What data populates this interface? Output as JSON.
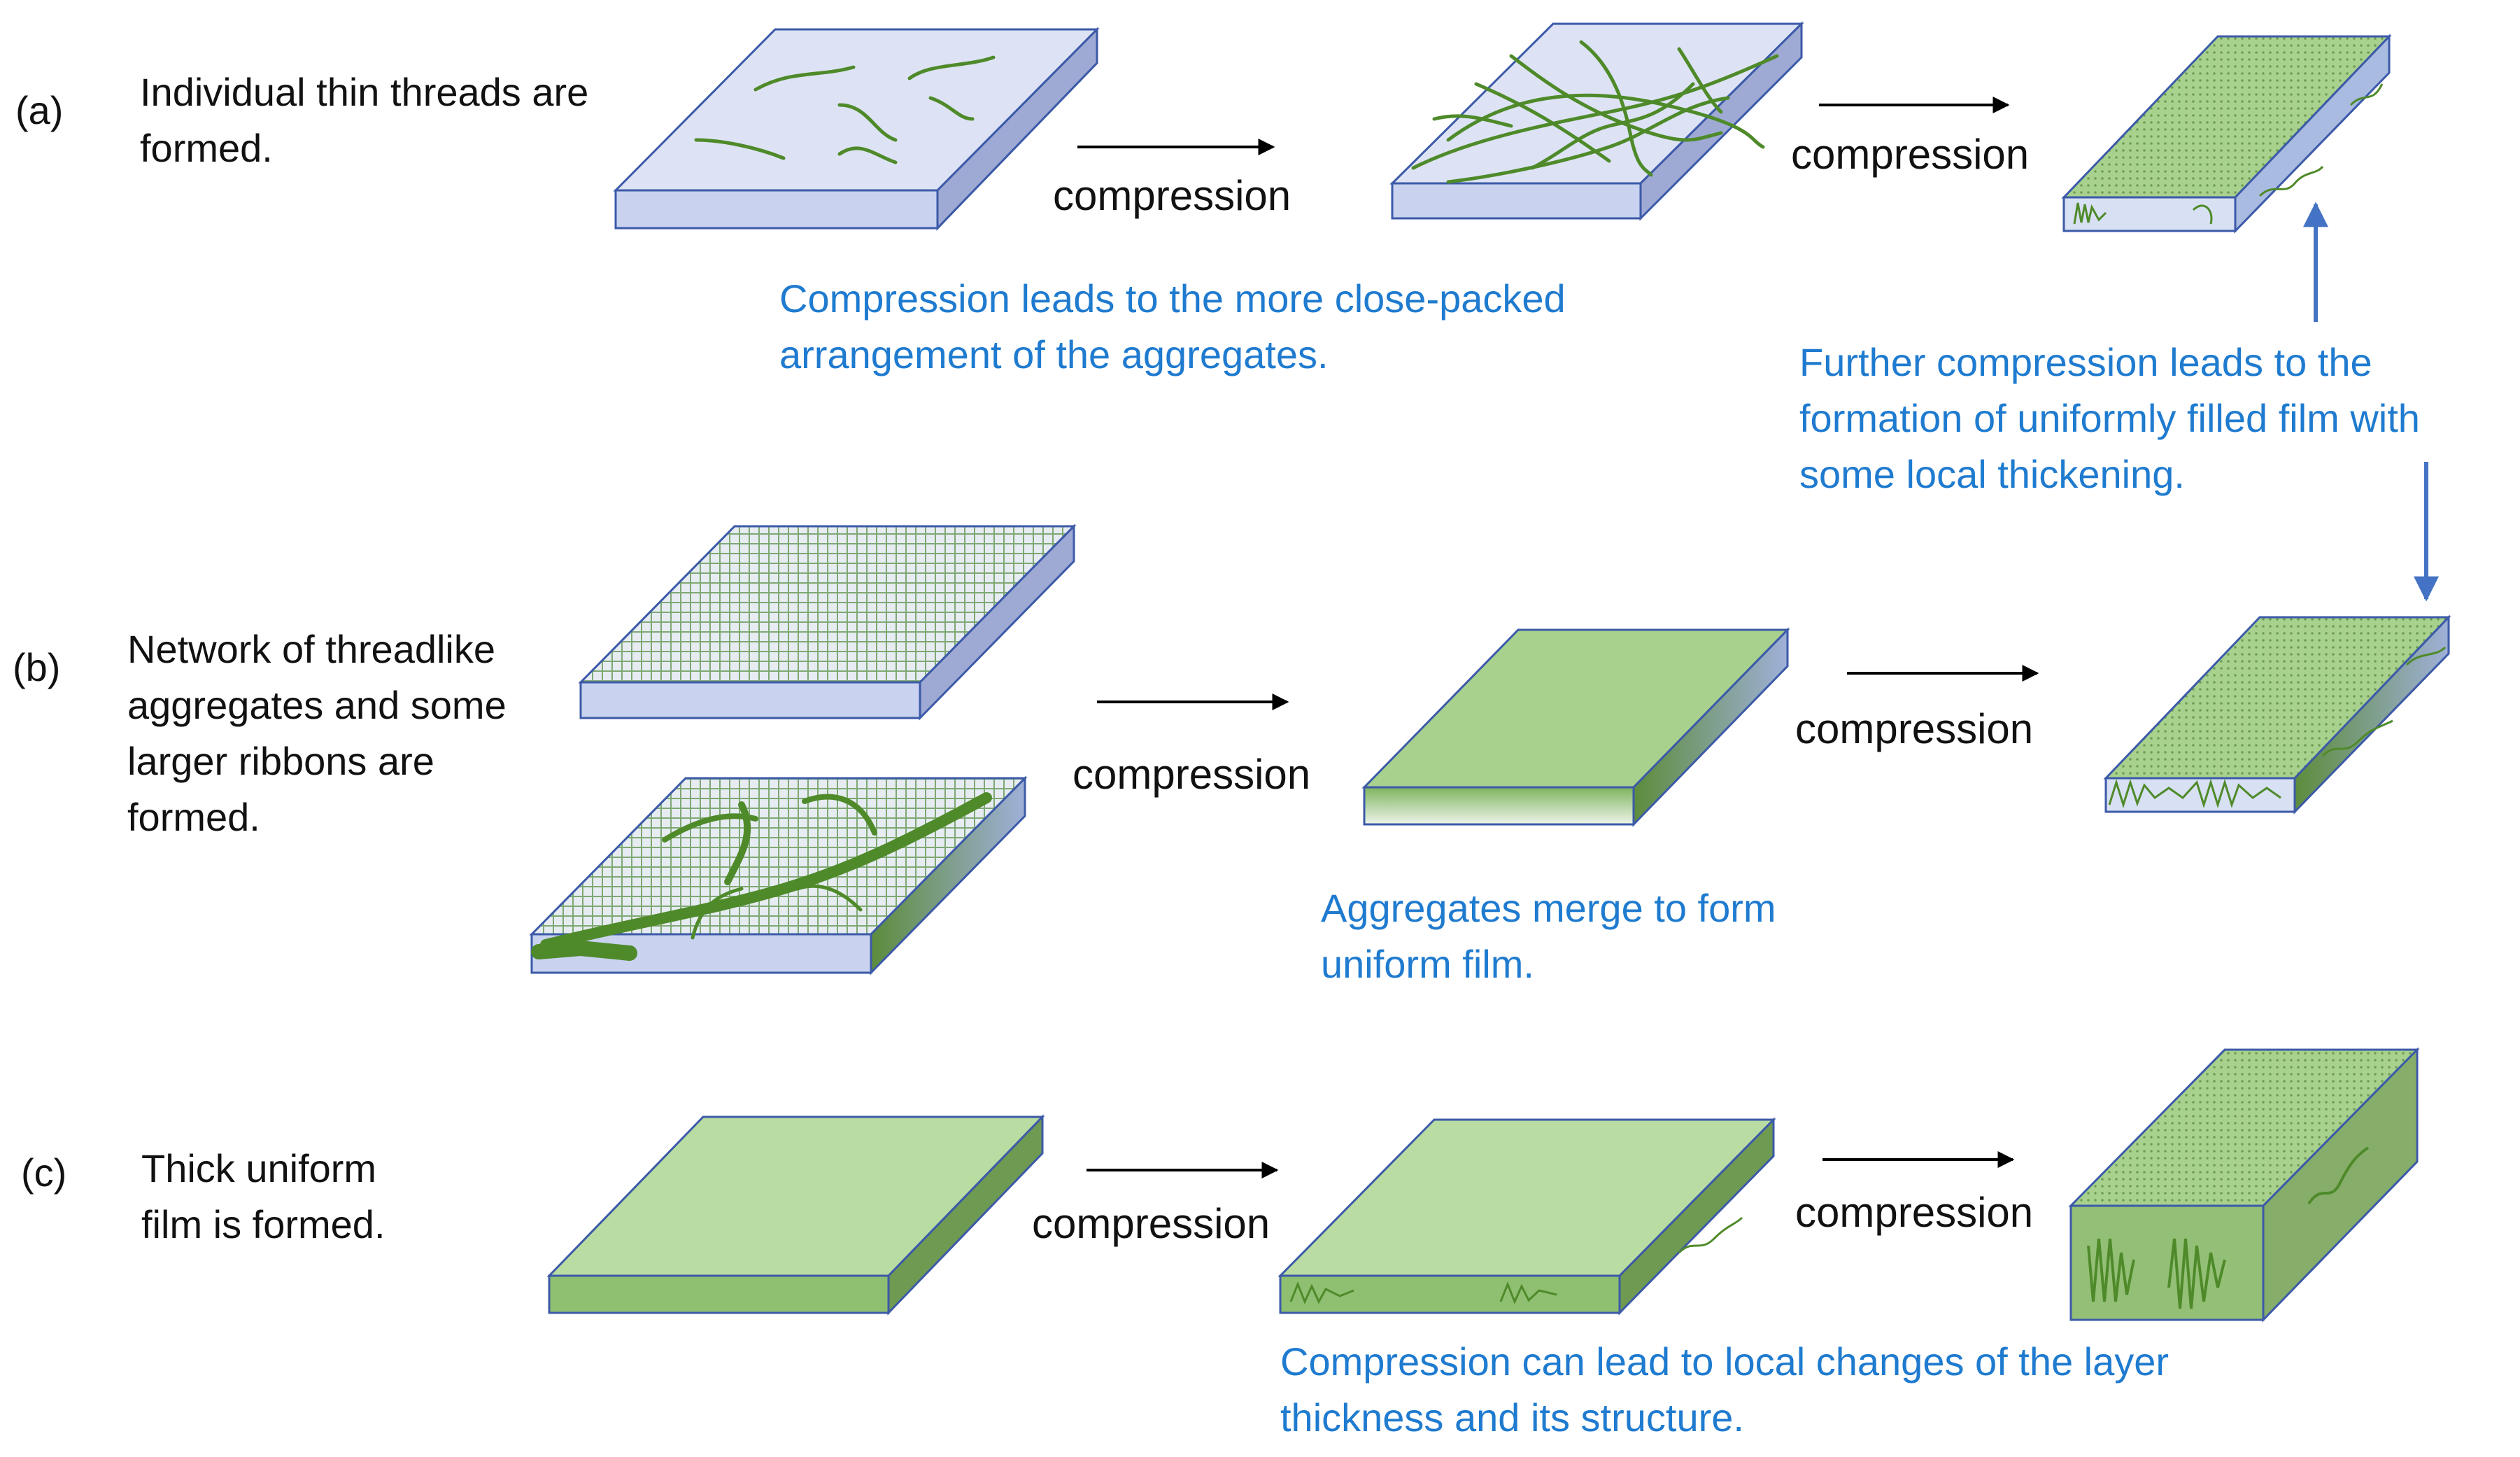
{
  "rows": {
    "a": {
      "label": "(a)",
      "desc_lines": [
        "Individual thin threads are",
        "formed."
      ]
    },
    "b": {
      "label": "(b)",
      "desc_lines": [
        "Network of threadlike",
        "aggregates and some",
        "larger ribbons are",
        "formed."
      ]
    },
    "c": {
      "label": "(c)",
      "desc_lines": [
        "Thick uniform",
        "film is formed."
      ]
    }
  },
  "arrow_label": "compression",
  "notes": {
    "a_close_packed": [
      "Compression leads to the more close-packed",
      "arrangement of the aggregates."
    ],
    "further_compression": [
      "Further compression leads to the",
      "formation of uniformly filled film with",
      "some local thickening."
    ],
    "b_merge": [
      "Aggregates merge to form",
      "uniform film."
    ],
    "c_local_changes": [
      "Compression can lead to local changes of the layer",
      "thickness and its structure."
    ]
  },
  "colors": {
    "slab_blue_top": "#dde3f4",
    "slab_blue_front": "#c9d3ef",
    "slab_blue_side": "#9faad4",
    "slab_edge": "#3c5aa8",
    "green_top": "#a9d18e",
    "green_front": "#b5dc9a",
    "green_side": "#6f9a52",
    "thread_green": "#4f8a2a",
    "note_blue": "#1f7bcf",
    "arrow_blue": "#4472c4"
  }
}
